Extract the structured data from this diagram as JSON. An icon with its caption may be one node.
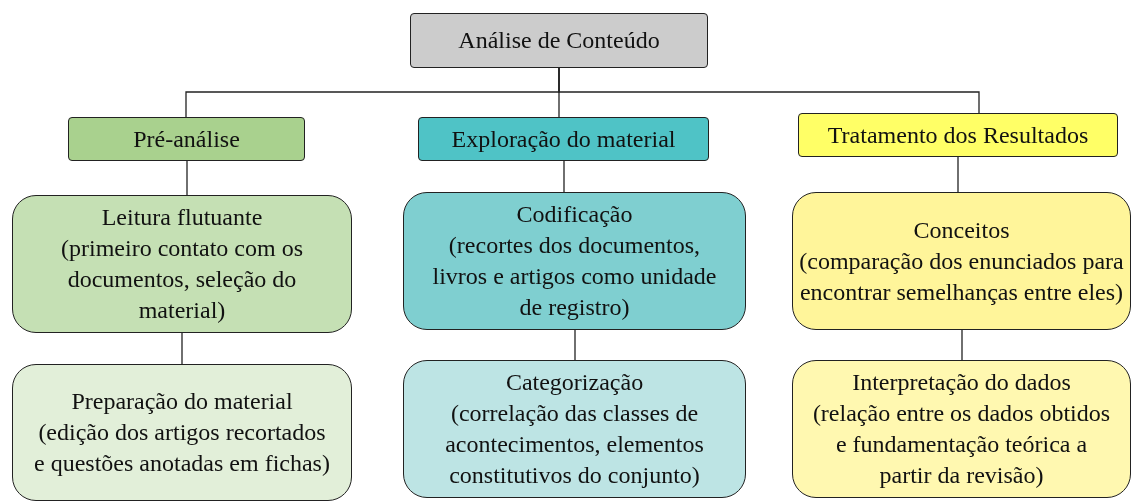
{
  "diagram": {
    "nodes": [
      {
        "text": [
          "Análise de Conteúdo"
        ]
      },
      {
        "text": [
          "Pré-análise"
        ]
      },
      {
        "text": [
          "Exploração do material"
        ]
      },
      {
        "text": [
          "Tratamento dos Resultados"
        ]
      },
      {
        "text": [
          "Leitura flutuante",
          "(primeiro contato com os documentos, seleção do material)"
        ]
      },
      {
        "text": [
          "Preparação do material",
          "(edição dos artigos recortados e questões anotadas em fichas)"
        ]
      },
      {
        "text": [
          "Codificação",
          "(recortes dos documentos, livros e artigos como unidade de registro)"
        ]
      },
      {
        "text": [
          "Categorização",
          "(correlação das classes de acontecimentos, elementos constitutivos do conjunto)"
        ]
      },
      {
        "text": [
          "Conceitos",
          "(comparação dos enunciados para encontrar semelhanças entre eles)"
        ]
      },
      {
        "text": [
          "Interpretação do dados",
          "(relação entre os dados obtidos e fundamentação teórica a partir da revisão)"
        ]
      }
    ],
    "edges": [
      {
        "from": 0,
        "to": 1,
        "arrow": "none"
      },
      {
        "from": 0,
        "to": 2,
        "arrow": "none"
      },
      {
        "from": 0,
        "to": 3,
        "arrow": "none"
      },
      {
        "from": 1,
        "to": 4,
        "arrow": "none"
      },
      {
        "from": 4,
        "to": 5,
        "arrow": "none"
      },
      {
        "from": 2,
        "to": 6,
        "arrow": "none"
      },
      {
        "from": 6,
        "to": 7,
        "arrow": "none"
      },
      {
        "from": 3,
        "to": 8,
        "arrow": "none"
      },
      {
        "from": 8,
        "to": 9,
        "arrow": "none"
      }
    ]
  }
}
